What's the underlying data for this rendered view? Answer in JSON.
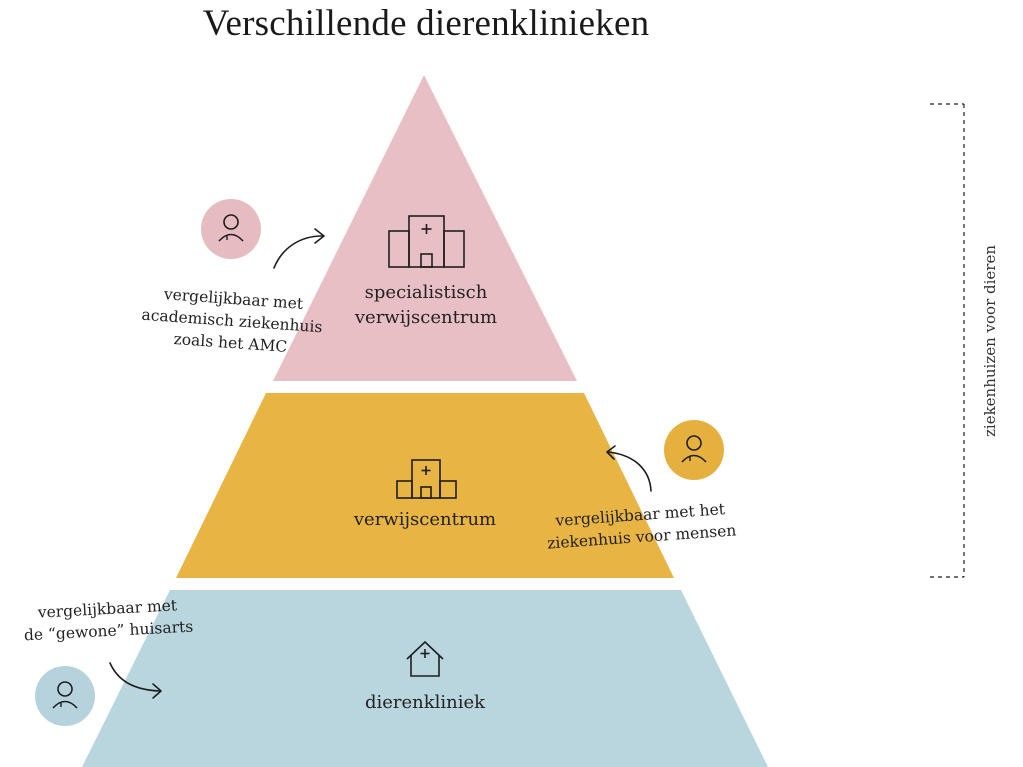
{
  "title": "Verschillende dierenklinieken",
  "colors": {
    "top_tier": "#e8bfc4",
    "top_icon_circle": "#e7bcc1",
    "middle_tier": "#e8b443",
    "middle_icon_circle": "#e6b03f",
    "bottom_tier": "#b9d5de",
    "bottom_icon_circle": "#b6d3dd",
    "line": "#1e1e1e"
  },
  "tiers": [
    {
      "name": "specialistisch verwijscentrum",
      "label": "specialistisch\nverwijscentrum",
      "icon": "hospital-large-icon",
      "note": "vergelijkbaar met\nacademisch ziekenhuis\nzoals het AMC",
      "person_icon": "person-icon"
    },
    {
      "name": "verwijscentrum",
      "label": "verwijscentrum",
      "icon": "hospital-small-icon",
      "note": "vergelijkbaar met het\nziekenhuis voor mensen",
      "person_icon": "person-icon"
    },
    {
      "name": "dierenkliniek",
      "label": "dierenkliniek",
      "icon": "house-clinic-icon",
      "note": "vergelijkbaar met\nde “gewone” huisarts",
      "person_icon": "person-icon"
    }
  ],
  "bracket": {
    "label": "ziekenhuizen voor dieren"
  }
}
